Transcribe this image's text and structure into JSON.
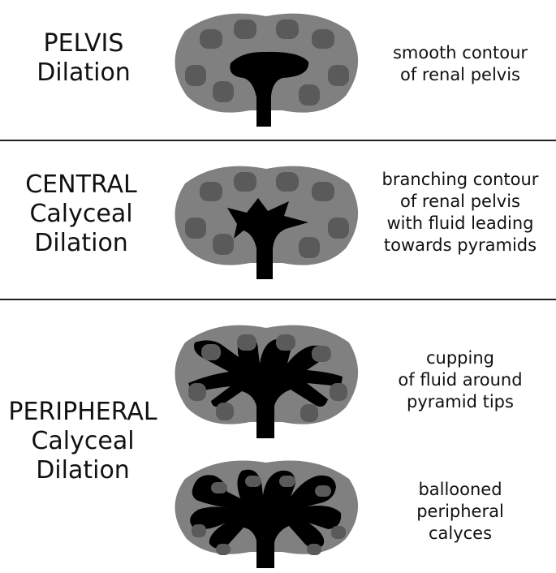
{
  "sections": [
    {
      "title_line1": "PELVIS",
      "title_line2": "Dilation",
      "notes": [
        "smooth contour",
        "of renal pelvis"
      ]
    },
    {
      "title_line1": "CENTRAL",
      "title_line2": "Calyceal",
      "title_line3": "Dilation",
      "notes": [
        "branching contour",
        "of renal pelvis",
        "with fluid leading",
        "towards pyramids"
      ]
    },
    {
      "title_line1": "PERIPHERAL",
      "title_line2": "Calyceal",
      "title_line3": "Dilation",
      "notes_a": [
        "cupping",
        "of fluid around",
        "pyramid tips"
      ],
      "notes_b": [
        "ballooned",
        "peripheral",
        "calyces"
      ]
    }
  ],
  "colors": {
    "cortex": "#808080",
    "pyramid": "#5a5a5a",
    "fluid": "#000000",
    "divider": "#222222"
  }
}
